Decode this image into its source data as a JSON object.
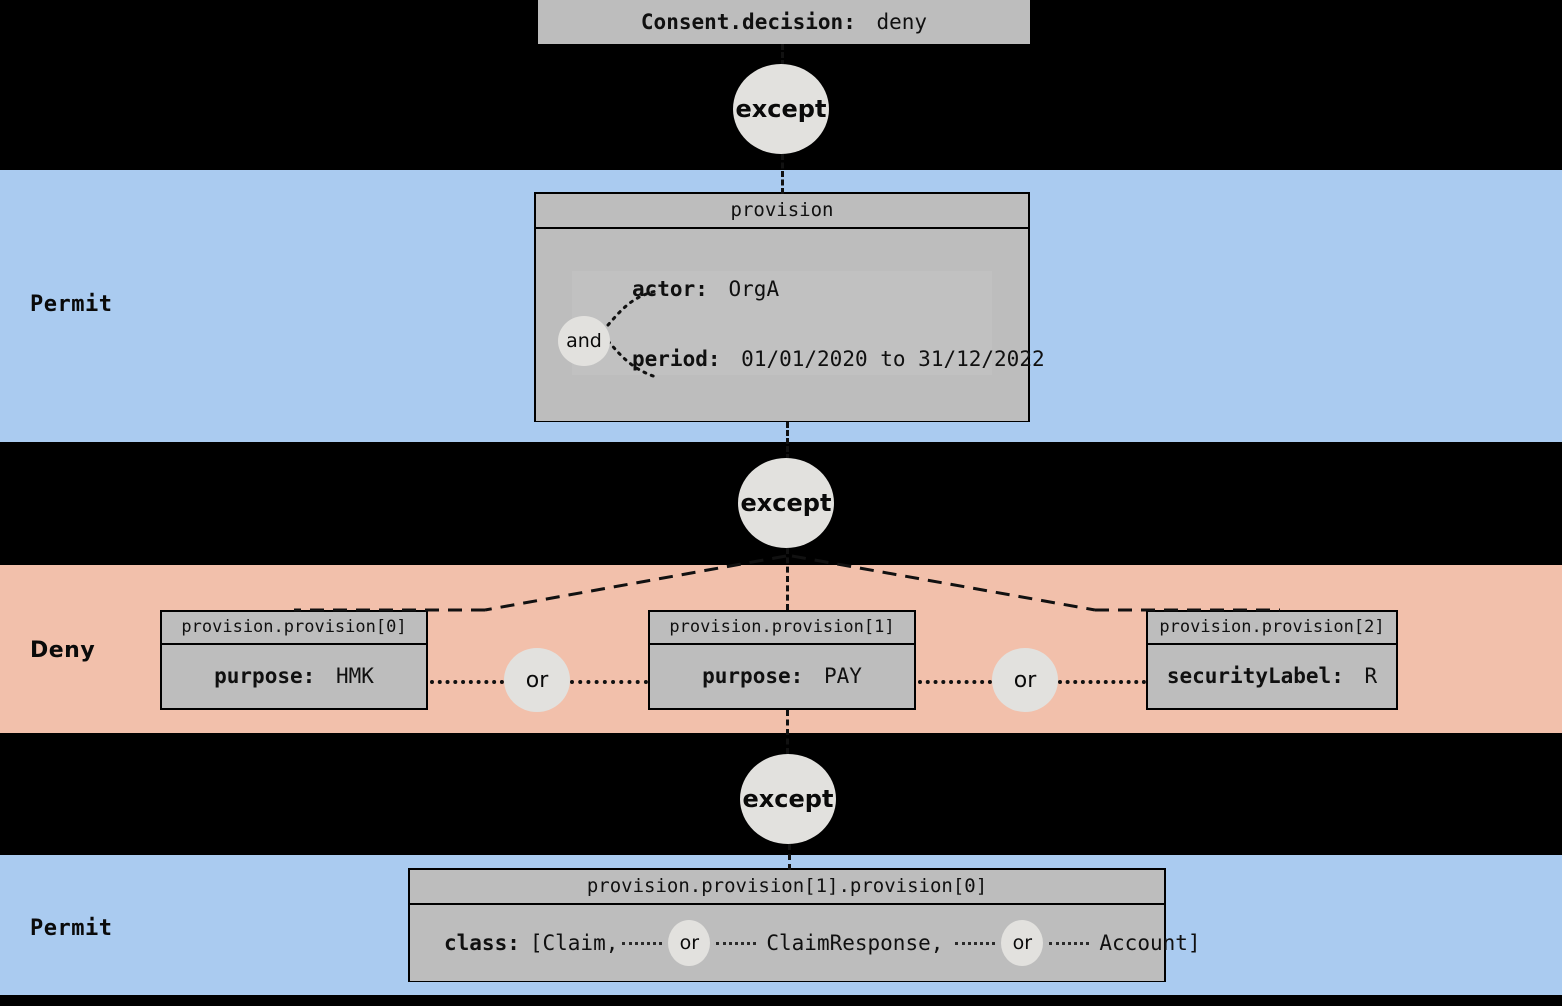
{
  "diagram": {
    "title": "Consent decision provision tree",
    "colors": {
      "permit_band": "#aacbf0",
      "deny_band": "#f2c0ab",
      "node_fill": "#bdbdbd",
      "operator_fill": "#e2e1de",
      "background": "#000000",
      "stroke": "#000000"
    }
  },
  "root": {
    "key": "Consent.decision:",
    "value": "deny"
  },
  "bands": [
    {
      "id": "permit-1",
      "label": "Permit"
    },
    {
      "id": "deny-1",
      "label": "Deny"
    },
    {
      "id": "permit-2",
      "label": "Permit"
    }
  ],
  "operators": {
    "except_1": "except",
    "except_2": "except",
    "except_3": "except",
    "and_1": "and",
    "or_1": "or",
    "or_2": "or",
    "or_inline_1": "or",
    "or_inline_2": "or"
  },
  "nodes": {
    "provision": {
      "title": "provision",
      "rows": [
        {
          "key": "actor:",
          "value": "OrgA"
        },
        {
          "key": "period:",
          "value": "01/01/2020 to 31/12/2022"
        }
      ]
    },
    "provision_0": {
      "title": "provision.provision[0]",
      "row": {
        "key": "purpose:",
        "value": "HMK"
      }
    },
    "provision_1": {
      "title": "provision.provision[1]",
      "row": {
        "key": "purpose:",
        "value": "PAY"
      }
    },
    "provision_2": {
      "title": "provision.provision[2]",
      "row": {
        "key": "securityLabel:",
        "value": "R"
      }
    },
    "provision_1_0": {
      "title": "provision.provision[1].provision[0]",
      "class_key": "class:",
      "class_open": "[Claim,",
      "class_mid": "ClaimResponse,",
      "class_close": "Account]"
    }
  }
}
